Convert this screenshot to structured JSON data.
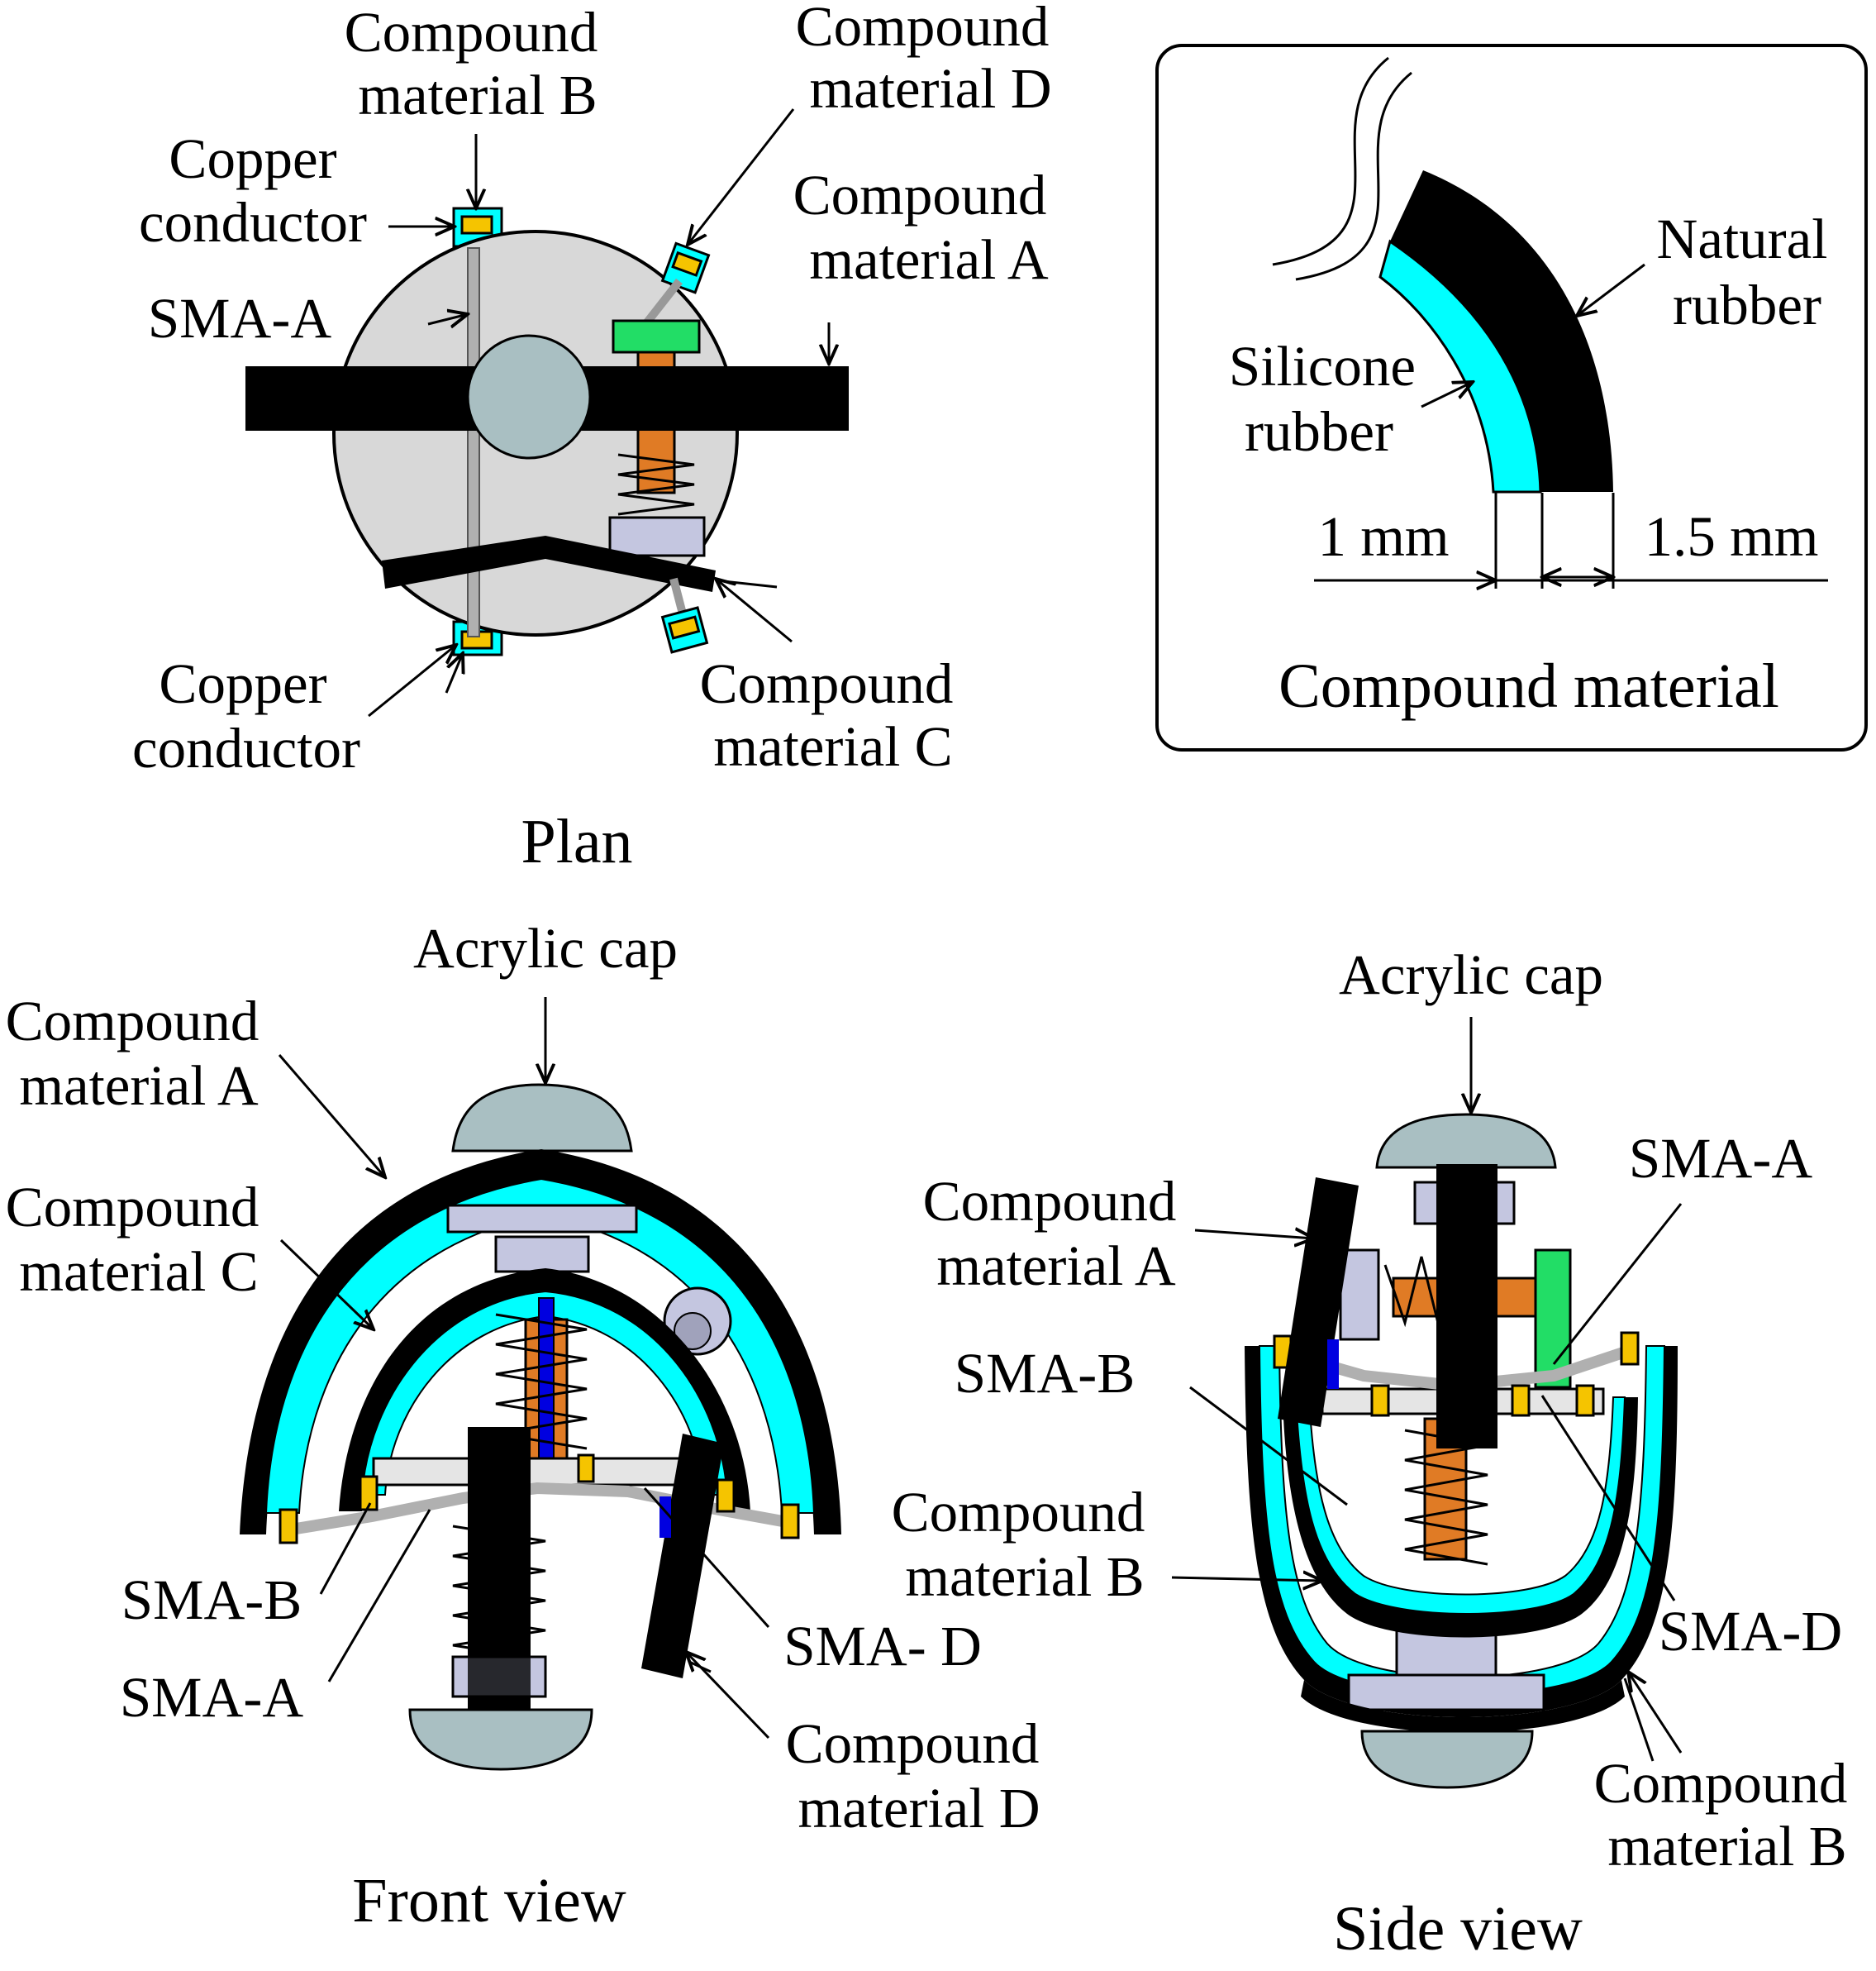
{
  "plan": {
    "title": "Plan",
    "labels": {
      "compound_b": [
        "Compound",
        "material B"
      ],
      "compound_d": [
        "Compound",
        "material D"
      ],
      "copper_top": [
        "Copper",
        "conductor"
      ],
      "compound_a": [
        "Compound",
        "material A"
      ],
      "sma_a": "SMA-A",
      "copper_bottom": [
        "Copper",
        "conductor"
      ],
      "compound_c": [
        "Compound",
        "material C"
      ]
    }
  },
  "inset": {
    "title": "Compound material",
    "natural_rubber": [
      "Natural",
      "rubber"
    ],
    "silicone_rubber": [
      "Silicone",
      "rubber"
    ],
    "dim_left": "1 mm",
    "dim_right": "1.5 mm"
  },
  "front": {
    "title": "Front view",
    "acrylic_cap": "Acrylic cap",
    "compound_a": [
      "Compound",
      "material A"
    ],
    "compound_c": [
      "Compound",
      "material C"
    ],
    "sma_b": "SMA-B",
    "sma_a": "SMA-A",
    "sma_d": "SMA- D",
    "compound_d": [
      "Compound",
      "material D"
    ]
  },
  "side": {
    "title": "Side view",
    "acrylic_cap": "Acrylic cap",
    "sma_a": "SMA-A",
    "compound_a": [
      "Compound",
      "material A"
    ],
    "sma_b": "SMA-B",
    "compound_b_left": [
      "Compound",
      "material B"
    ],
    "sma_d": "SMA-D",
    "compound_b_right": [
      "Compound",
      "material B"
    ]
  },
  "colors": {
    "black": "#000000",
    "cyan": "#00ffff",
    "disc_gray": "#d8d8d8",
    "cap_gray": "#a9bfc2",
    "copper_yellow": "#f5c400",
    "orange": "#e07b25",
    "green": "#22dd66",
    "lavender": "#c4c6e0",
    "sma_gray": "#b0b0b0",
    "blue": "#0000e0"
  }
}
